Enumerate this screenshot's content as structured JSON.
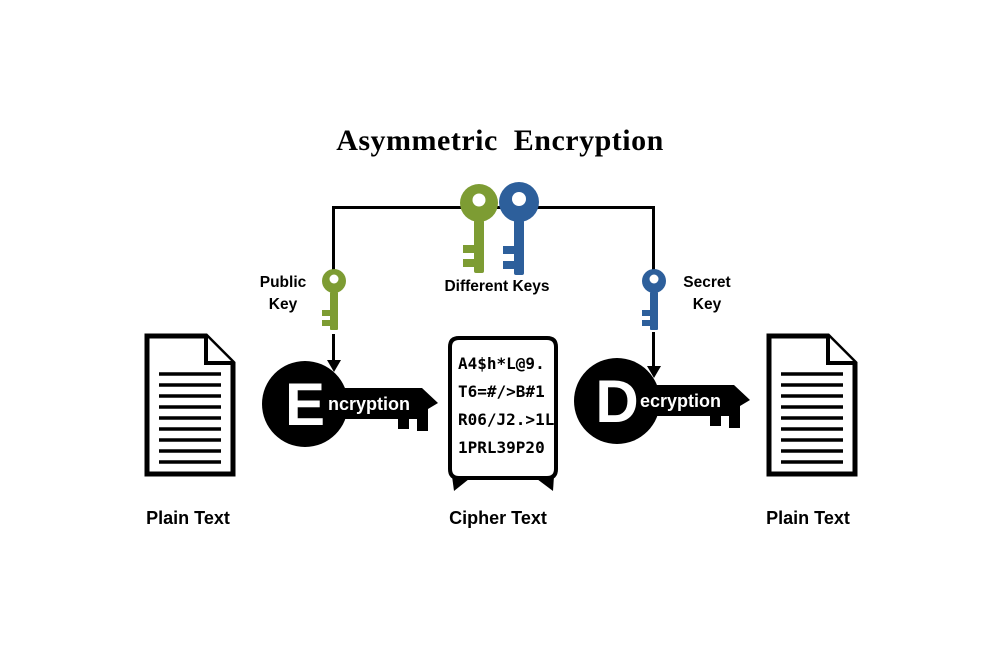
{
  "title": "Asymmetric Encryption",
  "keys": {
    "different_keys_label": "Different Keys",
    "public_key": {
      "line1": "Public",
      "line2": "Key"
    },
    "secret_key": {
      "line1": "Secret",
      "line2": "Key"
    }
  },
  "process": {
    "encryption": {
      "initial": "E",
      "rest": "ncryption"
    },
    "decryption": {
      "initial": "D",
      "rest": "ecryption"
    }
  },
  "cipher": {
    "lines": [
      "A4$h*L@9.",
      "T6=#/>B#1",
      "R06/J2.>1L",
      "1PRL39P20"
    ],
    "label": "Cipher Text"
  },
  "documents": {
    "left_label": "Plain Text",
    "right_label": "Plain Text"
  },
  "colors": {
    "public_key_green": "#7d9c33",
    "secret_key_blue": "#2d5f9b",
    "diagram_black": "#000000"
  }
}
